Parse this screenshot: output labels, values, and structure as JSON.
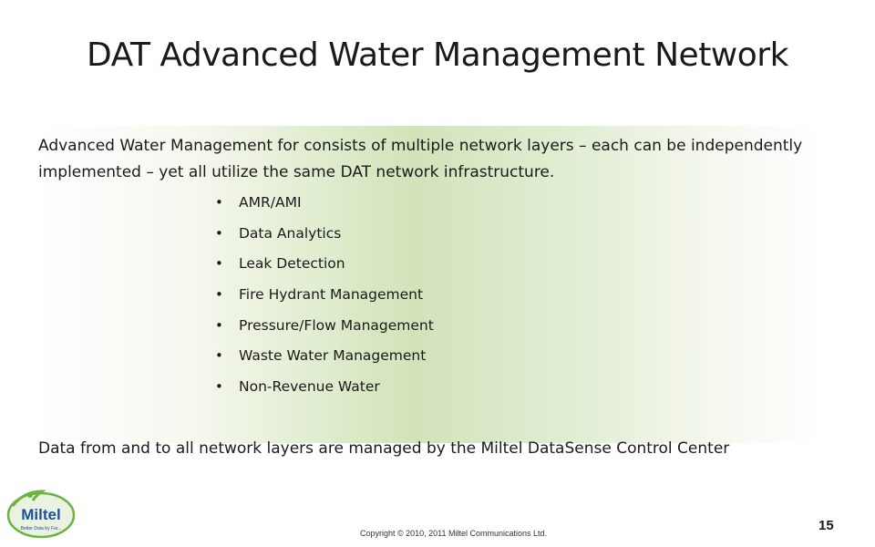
{
  "slide": {
    "title": "DAT Advanced Water Management Network",
    "intro": "Advanced Water Management for consists of multiple network layers – each can be independently implemented – yet all utilize the same DAT network infrastructure.",
    "bullet_symbol": "•",
    "bullets": [
      "AMR/AMI",
      "Data Analytics",
      "Leak Detection",
      "Fire Hydrant Management",
      "Pressure/Flow Management",
      "Waste Water Management",
      "Non-Revenue Water"
    ],
    "summary": "Data from and to all network layers are managed by the Miltel DataSense Control Center"
  },
  "footer": {
    "logo_text": "Miltel",
    "logo_tagline": "Better Data by Far...",
    "copyright": "Copyright © 2010, 2011 Miltel Communications Ltd.",
    "page_number": "15"
  },
  "colors": {
    "gradient_green": "#d2e3ba",
    "logo_blue": "#1f4f9c",
    "logo_green": "#6cb33f"
  }
}
